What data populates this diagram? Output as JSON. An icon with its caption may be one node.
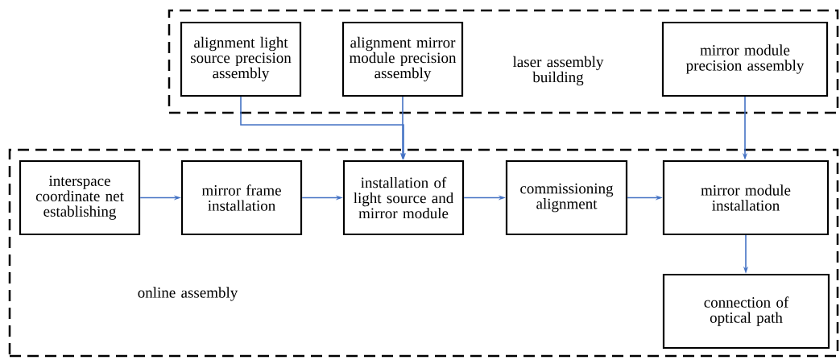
{
  "diagram": {
    "nodes": [
      {
        "text": [
          "laser assembly building"
        ]
      },
      {
        "text": [
          "alignment light source precision assembly"
        ],
        "in": 0
      },
      {
        "text": [
          "alignment mirror module precision assembly"
        ],
        "in": 0
      },
      {
        "text": [
          "mirror module precision assembly"
        ],
        "in": 0
      },
      {
        "text": [
          "online assembly"
        ]
      },
      {
        "text": [
          "interspace coordinate net establishing"
        ],
        "in": 4
      },
      {
        "text": [
          "mirror frame installation"
        ],
        "in": 4
      },
      {
        "text": [
          "installation of light source and mirror module"
        ],
        "in": 4
      },
      {
        "text": [
          "commissioning alignment"
        ],
        "in": 4
      },
      {
        "text": [
          "mirror module installation"
        ],
        "in": 4
      },
      {
        "text": [
          "connection of optical path"
        ],
        "in": 4
      }
    ],
    "edges": [
      {
        "from": 1,
        "to": 7,
        "arrow": "to"
      },
      {
        "from": 2,
        "to": 7,
        "arrow": "to"
      },
      {
        "from": 3,
        "to": 9,
        "arrow": "to"
      },
      {
        "from": 5,
        "to": 6,
        "arrow": "to"
      },
      {
        "from": 6,
        "to": 7,
        "arrow": "to"
      },
      {
        "from": 7,
        "to": 8,
        "arrow": "to"
      },
      {
        "from": 8,
        "to": 9,
        "arrow": "to"
      },
      {
        "from": 9,
        "to": 10,
        "arrow": "to"
      }
    ]
  }
}
